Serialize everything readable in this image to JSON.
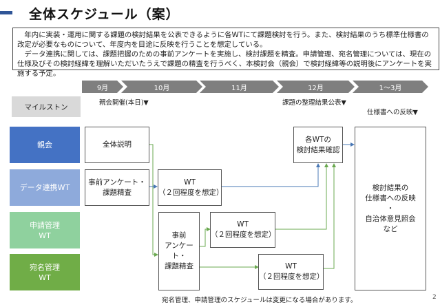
{
  "title": "全体スケジュール（案）",
  "summary": {
    "line1": "　年内に実装・運用に関する課題の検討結果を公表できるように各WTにて課題検討を行う。また、検討結果のうち標準仕様書の改定が必要なものについて、年度内を目途に反映を行うことを想定している。",
    "line2": "　データ連携に関しては、課題把握のための事前アンケートを実施し、検討課題を精査。申請管理、宛名管理については、現在の仕様及びその検討経緯を理解いただいたうえで課題の精査を行うべく、本検討会（親会）で検討経緯等の説明後にアンケートを実施する予定。"
  },
  "timeline": {
    "months": [
      "9月",
      "10月",
      "11月",
      "12月",
      "1〜3月"
    ]
  },
  "milestones": {
    "label": "マイルストン",
    "items": [
      "親会開催(本日)▼",
      "課題の整理結果公表▼",
      "仕様書への反映▼"
    ]
  },
  "rows": {
    "oyakai": "親会",
    "data_wt": "データ連携WT",
    "shinsei_wt": [
      "申請管理",
      "WT"
    ],
    "atena_wt": [
      "宛名管理",
      "WT"
    ]
  },
  "colors": {
    "dark_blue": "#4472c4",
    "light_blue": "#8eaadb",
    "light_green": "#8fd19e",
    "green": "#70ad47",
    "gray": "#7f7f7f"
  },
  "boxes": {
    "zentai": "全体説明",
    "survey1": [
      "事前アンケート・",
      "課題精査"
    ],
    "wt1": [
      "WT",
      "（２回程度を想定）"
    ],
    "survey2": [
      "事前",
      "アンケート・",
      "課題精査"
    ],
    "wt2": [
      "WT",
      "（２回程度を想定）"
    ],
    "wt3": [
      "WT",
      "（２回程度を想定）"
    ],
    "confirm": [
      "各WTの",
      "検討結果確認"
    ],
    "reflect": [
      "検討結果の",
      "仕様書への反映",
      "・",
      "自治体意見照会",
      "など"
    ]
  },
  "footnote": "宛名管理、申請管理のスケジュールは変更になる場合があります。",
  "page_number": "2"
}
